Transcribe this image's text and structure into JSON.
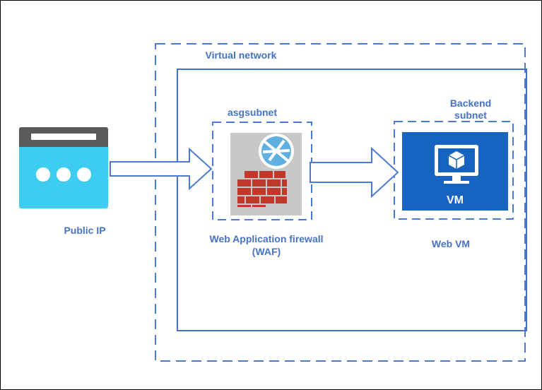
{
  "labels": {
    "vnet": "Virtual network",
    "asgsubnet": "asgsubnet",
    "backend_line1": "Backend",
    "backend_line2": "subnet",
    "public_ip": "Public IP",
    "waf_line1": "Web Application firewall",
    "waf_line2": "(WAF)",
    "web_vm": "Web VM",
    "vm_badge": "VM"
  },
  "icons": {
    "public_ip": "public-ip-icon",
    "waf": "waf-firewall-icon",
    "vm": "virtual-machine-icon"
  },
  "colors": {
    "accent": "#4472c4",
    "dash": "#4a7bd0",
    "ip_top": "#5a5a5a",
    "ip_body": "#3ecdf0",
    "waf_bg": "#c8c8c8",
    "brick": "#c0392b",
    "vm_bg": "#1565c0"
  }
}
